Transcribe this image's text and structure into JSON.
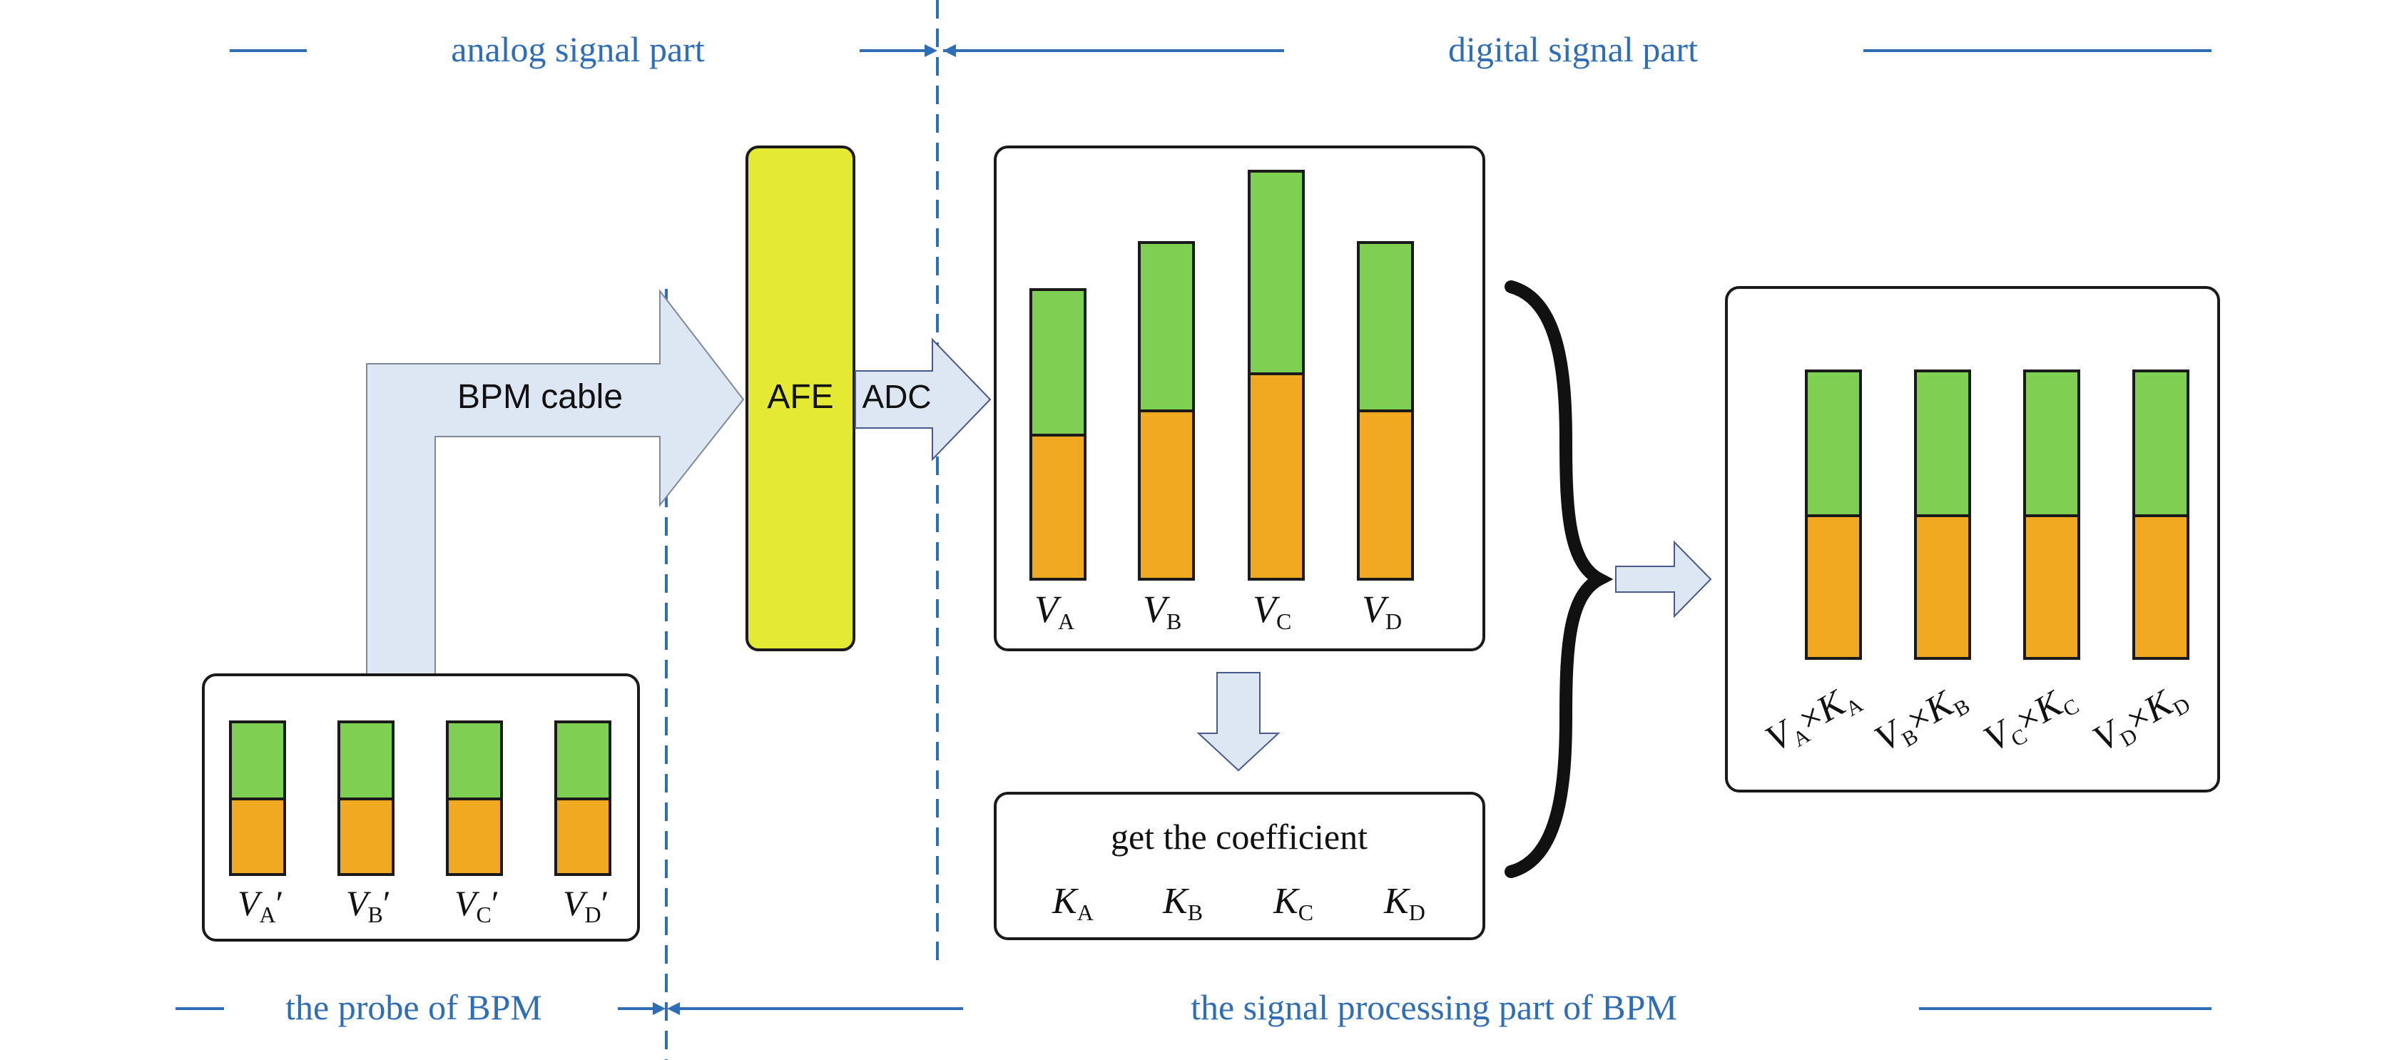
{
  "header": {
    "analog": "analog signal part",
    "digital": "digital signal part"
  },
  "footer": {
    "probe": "the probe of BPM",
    "processing": "the signal processing part of BPM"
  },
  "cable_label": "BPM cable",
  "afe_label": "AFE",
  "adc_label": "ADC",
  "coeff_title": "get the coefficient",
  "probe_labels": [
    {
      "v": "V",
      "sub": "A",
      "prime": "′"
    },
    {
      "v": "V",
      "sub": "B",
      "prime": "′"
    },
    {
      "v": "V",
      "sub": "C",
      "prime": "′"
    },
    {
      "v": "V",
      "sub": "D",
      "prime": "′"
    }
  ],
  "digital_labels": [
    {
      "v": "V",
      "sub": "A"
    },
    {
      "v": "V",
      "sub": "B"
    },
    {
      "v": "V",
      "sub": "C"
    },
    {
      "v": "V",
      "sub": "D"
    }
  ],
  "coeff_labels": [
    {
      "k": "K",
      "sub": "A"
    },
    {
      "k": "K",
      "sub": "B"
    },
    {
      "k": "K",
      "sub": "C"
    },
    {
      "k": "K",
      "sub": "D"
    }
  ],
  "product_labels": [
    {
      "v": "V",
      "vsub": "A",
      "op": "×",
      "k": "K",
      "ksub": "A"
    },
    {
      "v": "V",
      "vsub": "B",
      "op": "×",
      "k": "K",
      "ksub": "B"
    },
    {
      "v": "V",
      "vsub": "C",
      "op": "×",
      "k": "K",
      "ksub": "C"
    },
    {
      "v": "V",
      "vsub": "D",
      "op": "×",
      "k": "K",
      "ksub": "D"
    }
  ],
  "colors": {
    "green": "#7ecf52",
    "orange": "#f0a921",
    "afe": "#e4ea33",
    "arrow_fill": "#dde6f3",
    "blue": "#2f6db5"
  }
}
